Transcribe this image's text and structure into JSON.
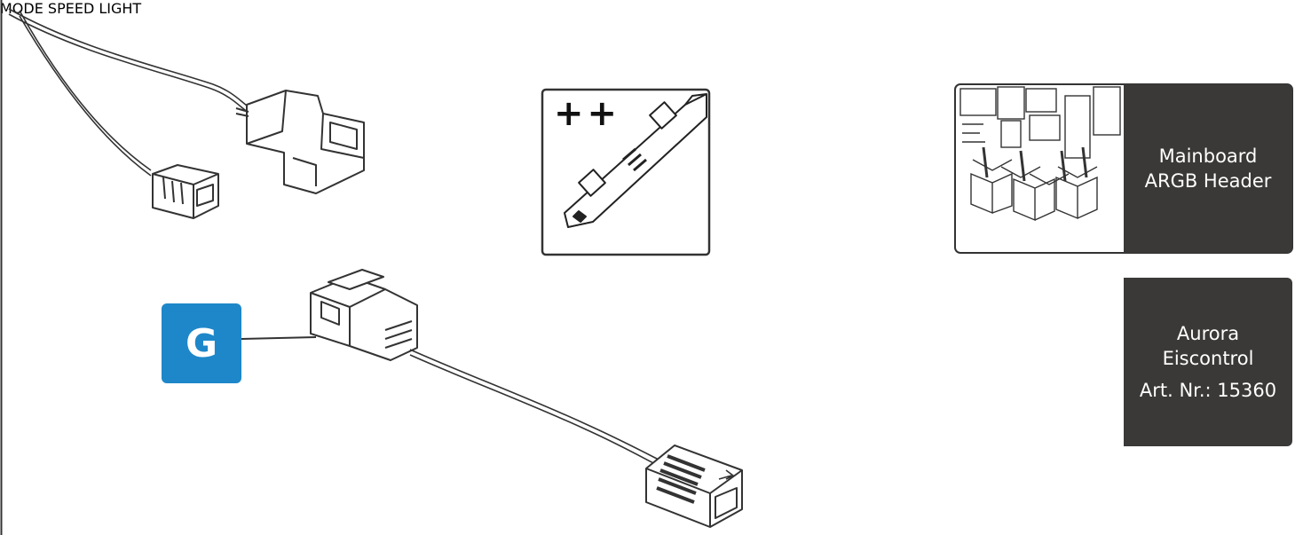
{
  "badge": {
    "letter": "G",
    "color": "#1e87c9"
  },
  "led_strip": {
    "marker": "++"
  },
  "targets": [
    {
      "lines": [
        "Mainboard",
        "ARGB Header"
      ]
    },
    {
      "lines": [
        "Aurora",
        "Eiscontrol",
        "Art. Nr.: 15360"
      ]
    }
  ],
  "controller_buttons": [
    "MODE",
    "SPEED",
    "LIGHT"
  ],
  "colors": {
    "arrow": "#1e87c9",
    "label_bg": "#3a3937",
    "line": "#222222"
  }
}
